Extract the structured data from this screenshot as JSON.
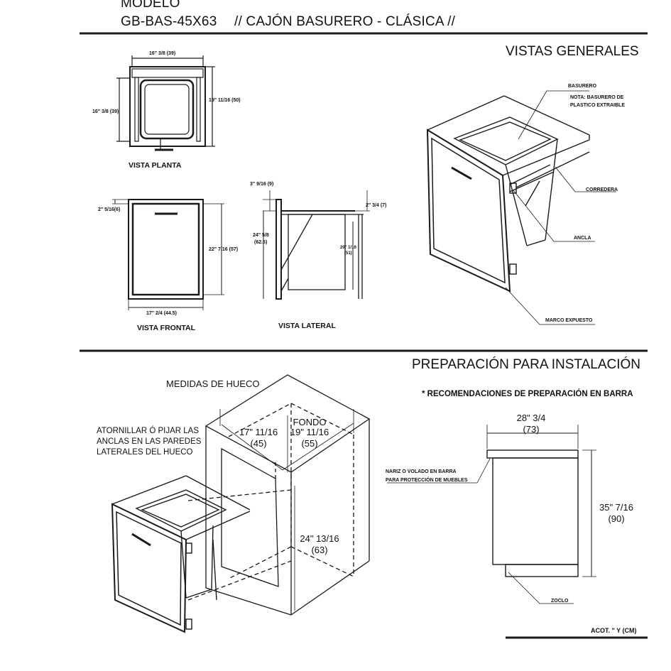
{
  "header": {
    "modelo_label": "MODELO",
    "model_code": "GB-BAS-45X63",
    "product_name": "// CAJÓN BASURERO - CLÁSICA //"
  },
  "vistas_generales": {
    "title": "VISTAS GENERALES",
    "planta": {
      "label": "VISTA PLANTA",
      "width_dim": "16\" 3/8 (39)",
      "side_dim": "16\" 3/8 (39)",
      "depth_dim": "19\" 11/16 (50)"
    },
    "frontal": {
      "label": "VISTA FRONTAL",
      "top_dim": "2\" 5/16(6)",
      "height_dim": "22\" 7/16 (57)",
      "width_dim": "17\" 2/4 (44.5)"
    },
    "lateral": {
      "label": "VISTA LATERAL",
      "top_dim": "3\" 9/16 (9)",
      "right_dim": "2\" 3/4 (7)",
      "height_dim_line1": "24\" 5/8",
      "height_dim_line2": "(62.5)",
      "bin_dim_line1": "20\" 1/16",
      "bin_dim_line2": "(51)"
    },
    "callouts": {
      "basurero": "BASURERO",
      "nota_line1": "NOTA: BASURERO DE",
      "nota_line2": "PLASTICO EXTRAIBLE",
      "corredera": "CORREDERA",
      "ancla": "ANCLA",
      "marco": "MARCO EXPUESTO"
    }
  },
  "instalacion": {
    "title": "PREPARACIÓN PARA INSTALACIÓN",
    "medidas": "MEDIDAS DE HUECO",
    "instr_line1": "ATORNILLAR Ó PIJAR  LAS",
    "instr_line2": "ANCLAS EN LAS PAREDES",
    "instr_line3": "LATERALES DEL HUECO",
    "width_line1": "17\" 11/16",
    "width_line2": "(45)",
    "fondo_label": "FONDO",
    "fondo_line1": "19\" 11/16",
    "fondo_line2": "(55)",
    "height_line1": "24\" 13/16",
    "height_line2": "(63)",
    "recomendaciones": "* RECOMENDACIONES DE PREPARACIÓN EN BARRA",
    "barra_width_line1": "28\" 3/4",
    "barra_width_line2": "(73)",
    "barra_height_line1": "35\" 7/16",
    "barra_height_line2": "(90)",
    "nariz_line1": "NARIZ O VOLADO EN BARRA",
    "nariz_line2": "PARA PROTECCIÓN DE MUEBLES",
    "zoclo": "ZOCLO",
    "acot": "ACOT. \" Y (CM)"
  }
}
